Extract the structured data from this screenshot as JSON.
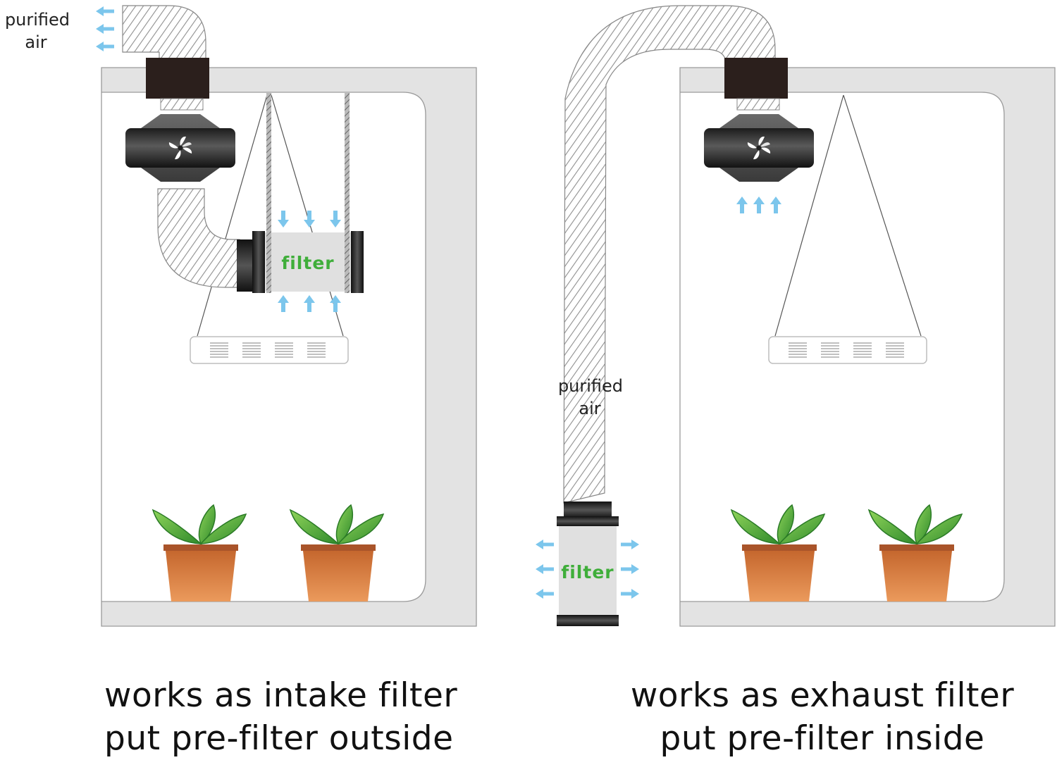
{
  "left_panel": {
    "purified_air_line1": "purified",
    "purified_air_line2": "air",
    "filter_label": "filter",
    "caption_line1": "works as intake filter",
    "caption_line2": "put pre-filter outside"
  },
  "right_panel": {
    "purified_air_line1": "purified",
    "purified_air_line2": "air",
    "filter_label": "filter",
    "caption_line1": "works as exhaust filter",
    "caption_line2": "put pre-filter inside"
  },
  "colors": {
    "tent_wall": "#e3e3e3",
    "tent_outline": "#9a9a9a",
    "fan_body": "#2a2a2a",
    "collar": "#2b1f1c",
    "duct_hatch": "#8a8a8a",
    "filter_body": "#e0e0e0",
    "filter_text": "#3fae3a",
    "airflow_arrow": "#7cc6ec",
    "leaf": "#3aa33a",
    "pot": "#d47b3f"
  },
  "icons": [
    "fan-icon",
    "airflow-arrow-icon",
    "plant-icon",
    "grow-light-icon",
    "carbon-filter-icon"
  ]
}
